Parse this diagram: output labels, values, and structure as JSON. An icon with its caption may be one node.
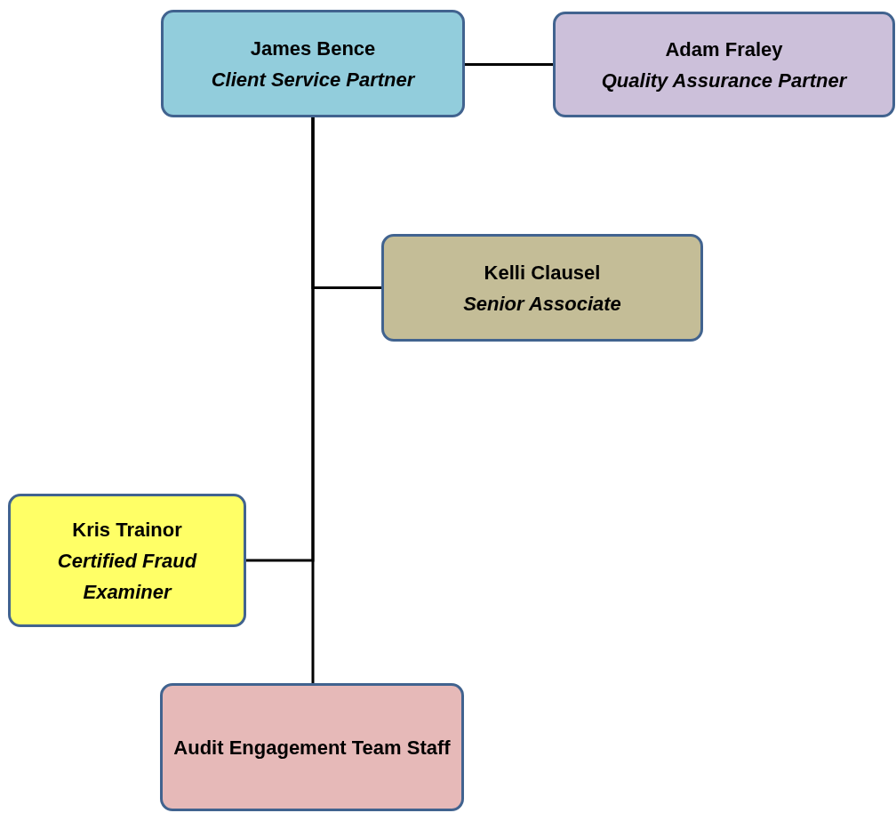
{
  "diagram": {
    "nodes": [
      {
        "text": [
          "James Bence",
          "Client Service Partner"
        ]
      },
      {
        "text": [
          "Adam Fraley",
          "Quality Assurance Partner"
        ]
      },
      {
        "text": [
          "Kelli Clausel",
          "Senior Associate"
        ]
      },
      {
        "text": [
          "Kris Trainor",
          "Certified Fraud Examiner"
        ]
      },
      {
        "text": [
          "Audit Engagement Team Staff"
        ]
      }
    ],
    "edges": [
      {
        "from": 0,
        "to": 1,
        "arrow": "none"
      },
      {
        "from": 0,
        "to": 2,
        "arrow": "none"
      },
      {
        "from": 0,
        "to": 3,
        "arrow": "none"
      },
      {
        "from": 0,
        "to": 4,
        "arrow": "none"
      }
    ]
  }
}
